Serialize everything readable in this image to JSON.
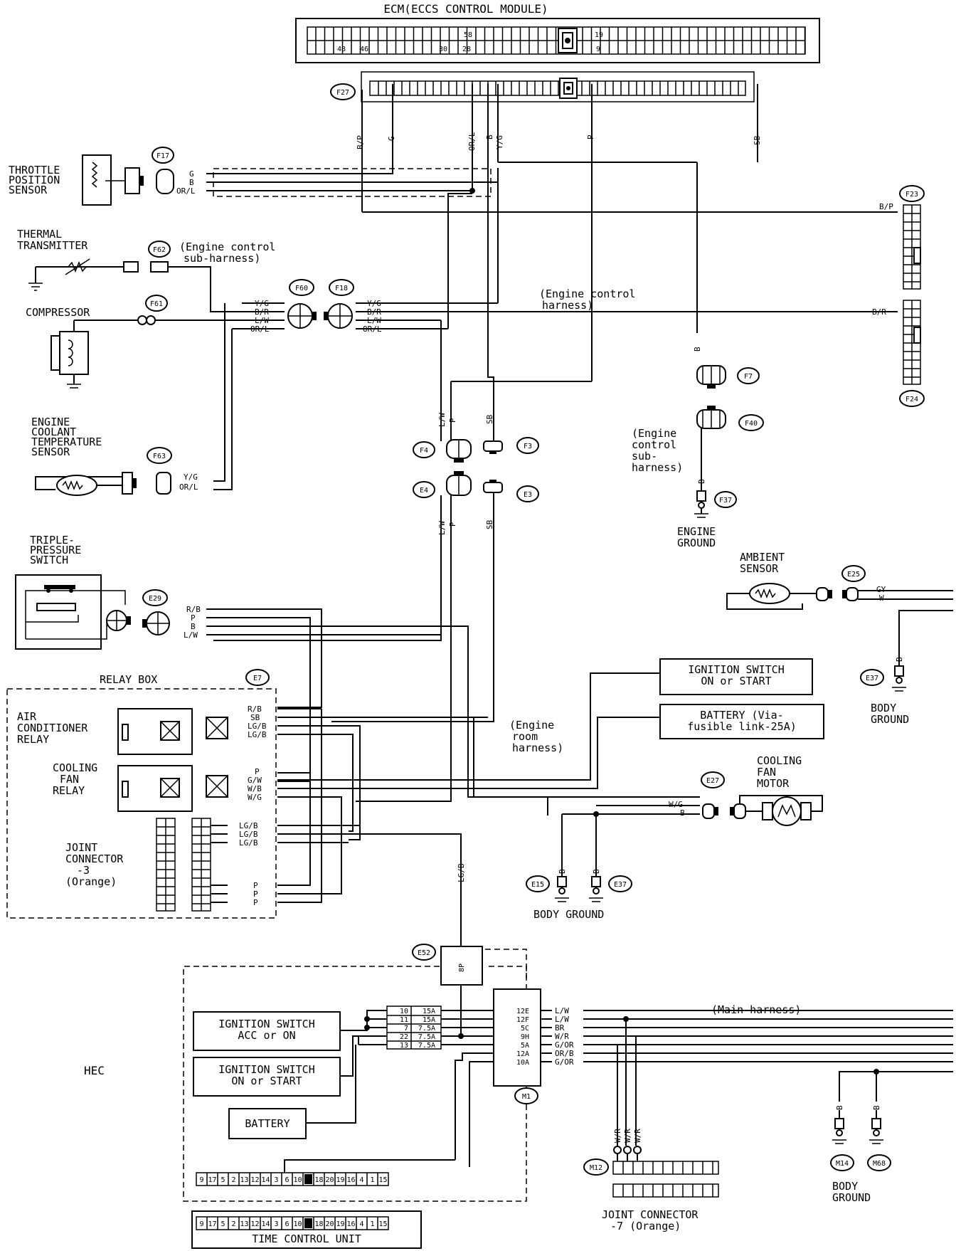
{
  "ecm": {
    "title": "ECM(ECCS CONTROL MODULE)",
    "pins": [
      "48",
      "46",
      "30",
      "28",
      "58",
      "19",
      "9"
    ]
  },
  "connectors": {
    "f27": "F27",
    "f17": "F17",
    "f62": "F62",
    "f61": "F61",
    "f60": "F60",
    "f18": "F18",
    "f63": "F63",
    "f23": "F23",
    "f24": "F24",
    "f7": "F7",
    "f40": "F40",
    "f37": "F37",
    "f4": "F4",
    "f3": "F3",
    "e4": "E4",
    "e3": "E3",
    "e29": "E29",
    "e7": "E7",
    "e25": "E25",
    "e37": "E37",
    "e27": "E27",
    "e15": "E15",
    "e37b": "E37",
    "e52": "E52",
    "m1": "M1",
    "m12": "M12",
    "m14": "M14",
    "m68": "M68"
  },
  "components": {
    "throttle": [
      "THROTTLE",
      "POSITION",
      "SENSOR"
    ],
    "thermal": [
      "THERMAL",
      "TRANSMITTER"
    ],
    "compressor": "COMPRESSOR",
    "coolant": [
      "ENGINE",
      "COOLANT",
      "TEMPERATURE",
      "SENSOR"
    ],
    "triple": [
      "TRIPLE-",
      "PRESSURE",
      "SWITCH"
    ],
    "relay_box": "RELAY BOX",
    "ac_relay": [
      "AIR",
      "CONDITIONER",
      "RELAY"
    ],
    "cooling_relay": [
      "COOLING",
      "FAN",
      "RELAY"
    ],
    "joint3": [
      "JOINT",
      "CONNECTOR",
      "-3",
      "(Orange)"
    ],
    "ambient": [
      "AMBIENT",
      "SENSOR"
    ],
    "cooling_motor": [
      "COOLING",
      "FAN",
      "MOTOR"
    ],
    "engine_ground": [
      "ENGINE",
      "GROUND"
    ],
    "body_ground_right": [
      "BODY",
      "GROUND"
    ],
    "body_ground_mid": "BODY GROUND",
    "body_ground_bottom": [
      "BODY",
      "GROUND"
    ],
    "ign_on_start_top": [
      "IGNITION SWITCH",
      "ON or START"
    ],
    "battery_top": [
      "BATTERY (Via-",
      "fusible link-25A)"
    ],
    "hec": "HEC",
    "ign_acc_on": [
      "IGNITION SWITCH",
      "ACC or ON"
    ],
    "ign_on_start_bottom": [
      "IGNITION SWITCH",
      "ON or START"
    ],
    "battery_bottom": "BATTERY",
    "time_control": "TIME CONTROL UNIT",
    "joint7": [
      "JOINT CONNECTOR",
      "-7 (Orange)"
    ]
  },
  "harness_notes": {
    "f62_note": [
      "(Engine control",
      "sub-harness)"
    ],
    "engine_control": [
      "(Engine control",
      "harness)"
    ],
    "engine_control_sub": [
      "(Engine",
      "control",
      "sub-",
      "harness)"
    ],
    "engine_room": [
      "(Engine",
      "room",
      "harness)"
    ],
    "main": "(Main harness)"
  },
  "wire_colors": {
    "ecm_down": [
      "B/P",
      "G",
      "OR/L",
      "B",
      "Y/G",
      "P",
      "SB"
    ],
    "f17": [
      "G",
      "B",
      "OR/L"
    ],
    "f23": "B/P",
    "f24": "B/R",
    "f60": [
      "Y/G",
      "B/R",
      "L/W",
      "OR/L"
    ],
    "f18": [
      "Y/G",
      "B/R",
      "L/W",
      "OR/L"
    ],
    "f63": [
      "Y/G",
      "OR/L"
    ],
    "f4": [
      "L/W",
      "P"
    ],
    "f3": "SB",
    "e4": [
      "L/W",
      "P"
    ],
    "e3": "SB",
    "f7": "B",
    "f37": "B",
    "e29": [
      "R/B",
      "P",
      "B",
      "L/W"
    ],
    "e7_top": [
      "R/B",
      "SB",
      "LG/B",
      "LG/B"
    ],
    "e7_mid": [
      "P",
      "G/W",
      "W/B",
      "W/G"
    ],
    "joint3_right": [
      "LG/B",
      "LG/B",
      "LG/B",
      "P",
      "P",
      "P"
    ],
    "e25": [
      "GY",
      "W"
    ],
    "e37": "B",
    "e27": [
      "W/G",
      "B"
    ],
    "e15": "B",
    "e37b": "B",
    "e52": "LG/B",
    "m1_out": [
      "L/W",
      "L/W",
      "BR",
      "W/R",
      "G/OR",
      "OR/B",
      "G/OR"
    ],
    "m12": [
      "W/R",
      "W/R",
      "W/R"
    ],
    "m14": "B",
    "m68": "B"
  },
  "fuses": [
    {
      "num": "10",
      "amp": "15A"
    },
    {
      "num": "11",
      "amp": "15A"
    },
    {
      "num": "7",
      "amp": "7.5A"
    },
    {
      "num": "22",
      "amp": "7.5A"
    },
    {
      "num": "13",
      "amp": "7.5A"
    }
  ],
  "m1_pins": [
    "12E",
    "12F",
    "5C",
    "9H",
    "5A",
    "12A",
    "10A"
  ],
  "e52_pin": "8P",
  "tcu_pins": [
    "9",
    "17",
    "5",
    "2",
    "13",
    "12",
    "14",
    "3",
    "6",
    "10",
    "",
    "18",
    "20",
    "19",
    "16",
    "4",
    "1",
    "15"
  ]
}
